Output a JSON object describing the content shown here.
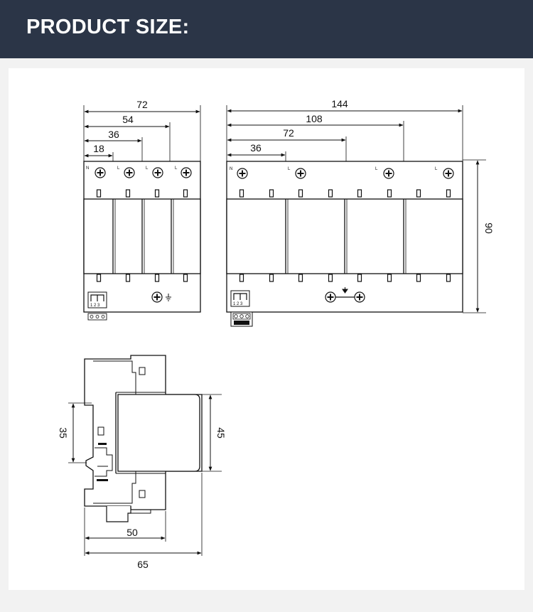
{
  "header": {
    "title": "PRODUCT SIZE:"
  },
  "front_4p": {
    "dims": {
      "w72": "72",
      "w54": "54",
      "w36": "36",
      "w18": "18"
    },
    "pole_labels": [
      "N",
      "L",
      "L",
      "L"
    ],
    "counter_digits": "1 2 3"
  },
  "front_4p_wide": {
    "dims": {
      "w144": "144",
      "w108": "108",
      "w72": "72",
      "w36": "36",
      "h90": "90"
    },
    "pole_labels": [
      "N",
      "L",
      "L",
      "L"
    ],
    "counter_digits": "1 2 3"
  },
  "side_view": {
    "dims": {
      "h35": "35",
      "h45": "45",
      "w50": "50",
      "w65": "65"
    }
  }
}
